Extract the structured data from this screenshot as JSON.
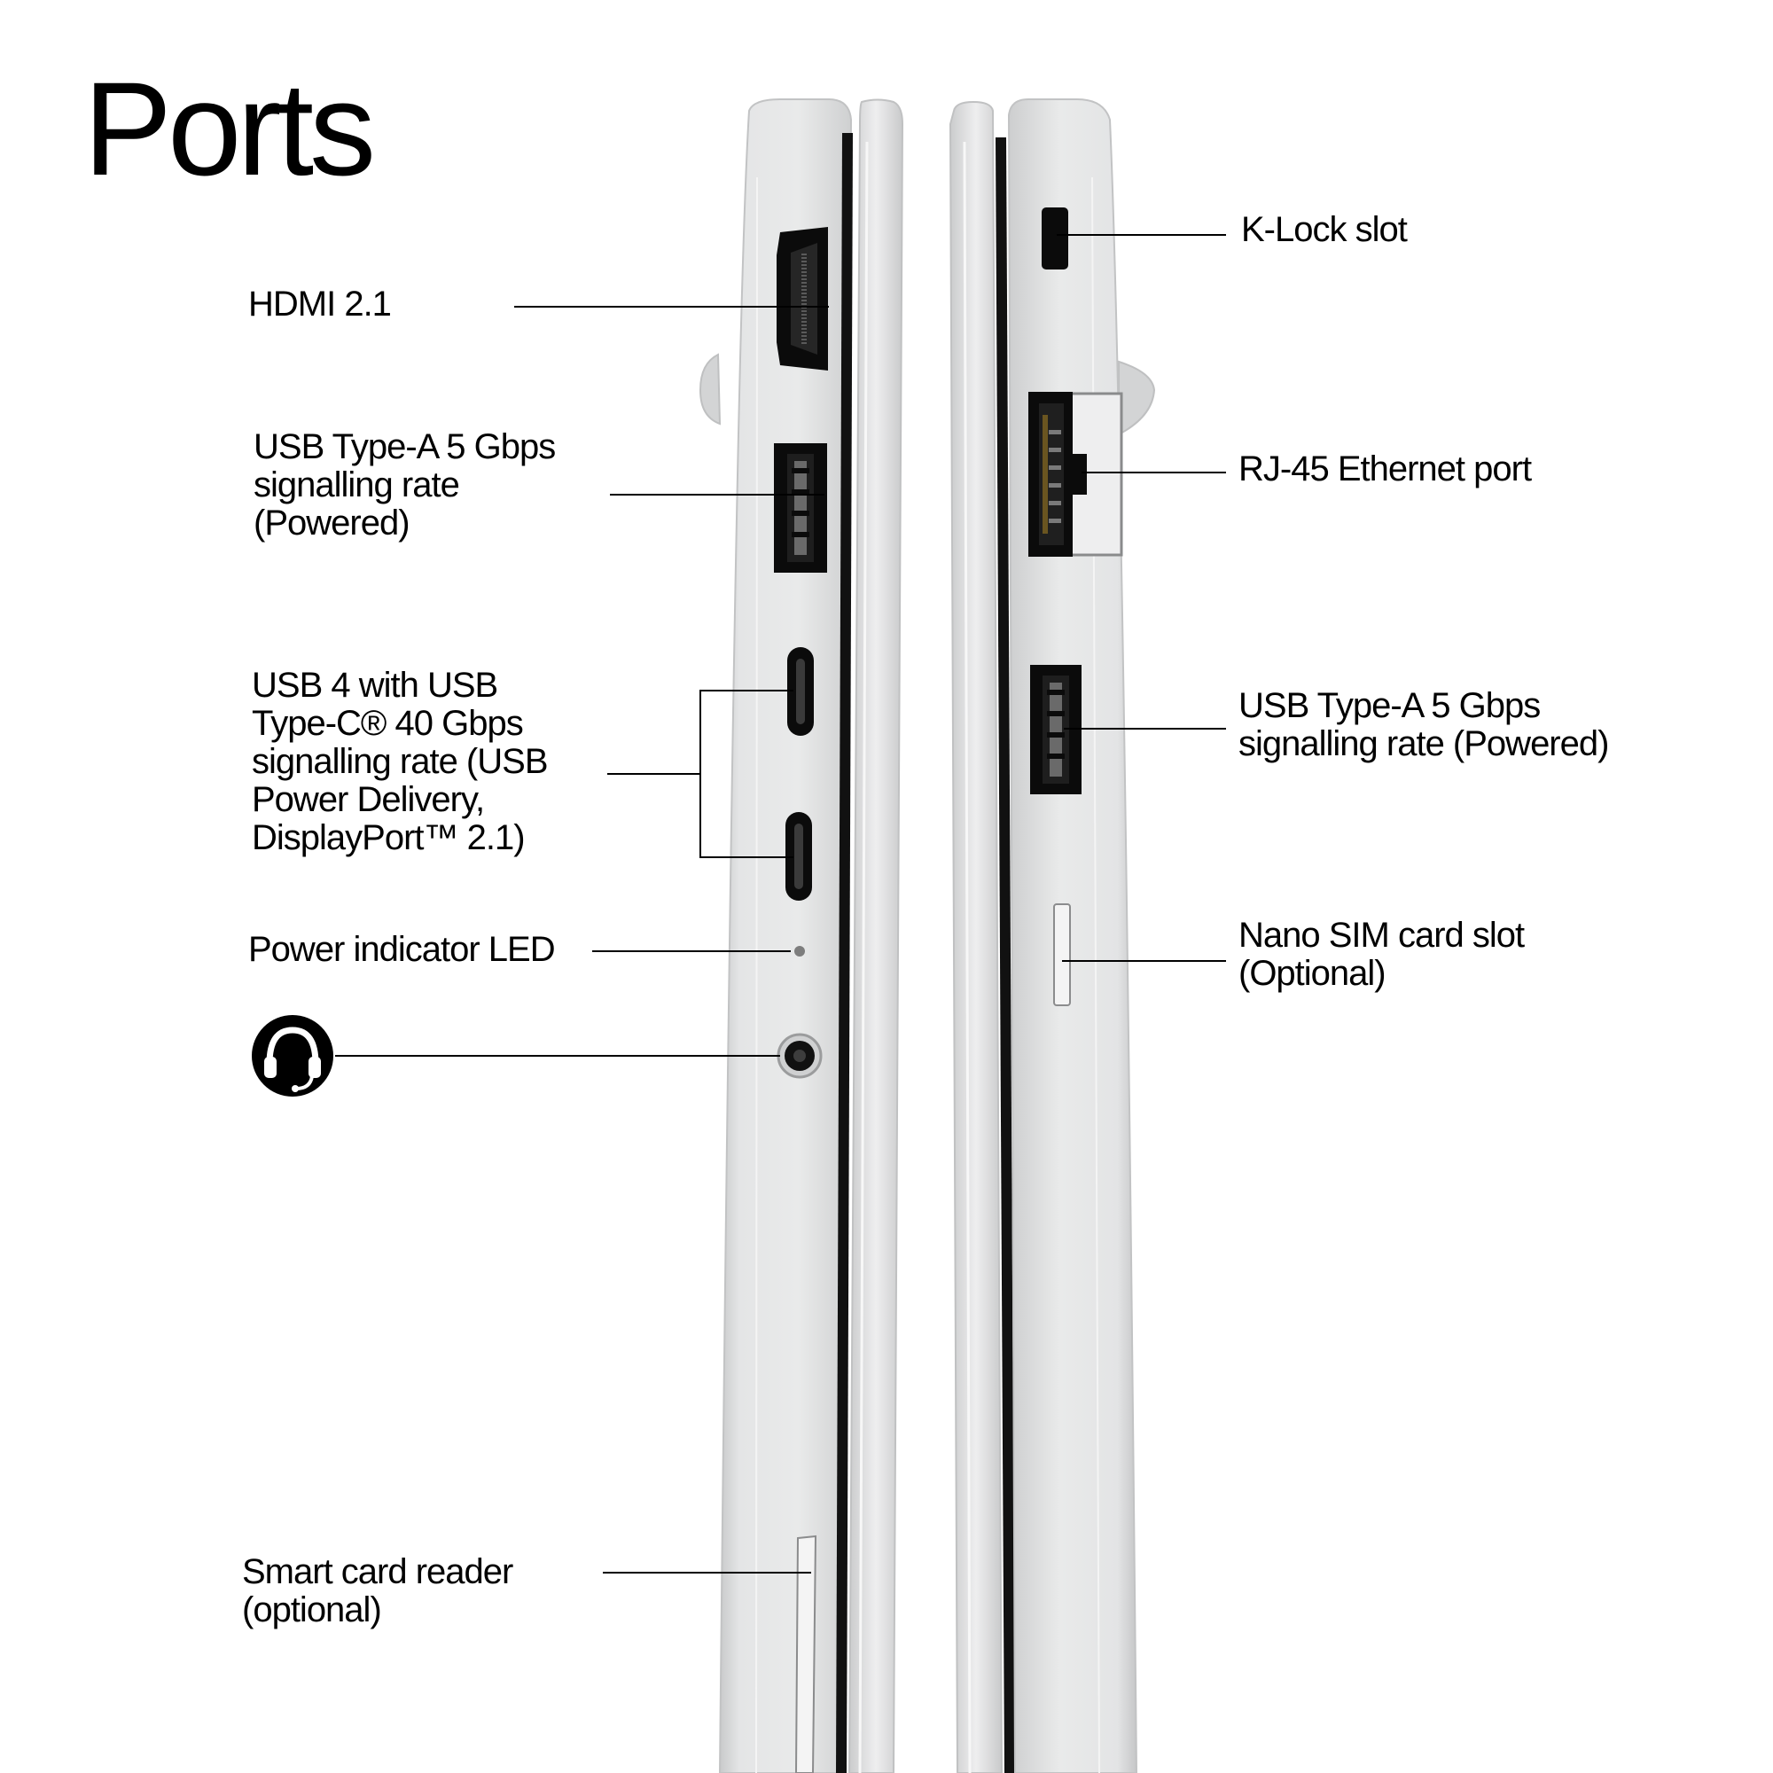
{
  "title": "Ports",
  "left_side": {
    "hdmi": "HDMI 2.1",
    "usb_a": "USB Type-A 5 Gbps\nsignalling rate\n(Powered)",
    "usb4": "USB 4 with USB\nType-C® 40 Gbps\nsignalling rate (USB\nPower Delivery,\nDisplayPort™ 2.1)",
    "power_led": "Power indicator LED",
    "smart_card": "Smart card reader\n(optional)",
    "headphone_icon": "headset-icon"
  },
  "right_side": {
    "k_lock": "K-Lock slot",
    "rj45": "RJ-45 Ethernet port",
    "usb_a": "USB Type-A 5 Gbps\nsignalling rate (Powered)",
    "nano_sim": "Nano SIM card slot\n(Optional)"
  },
  "colors": {
    "chassis": "#d9dadb",
    "chassis_light": "#eceded",
    "port_black": "#0b0b0b",
    "line": "#000000"
  }
}
